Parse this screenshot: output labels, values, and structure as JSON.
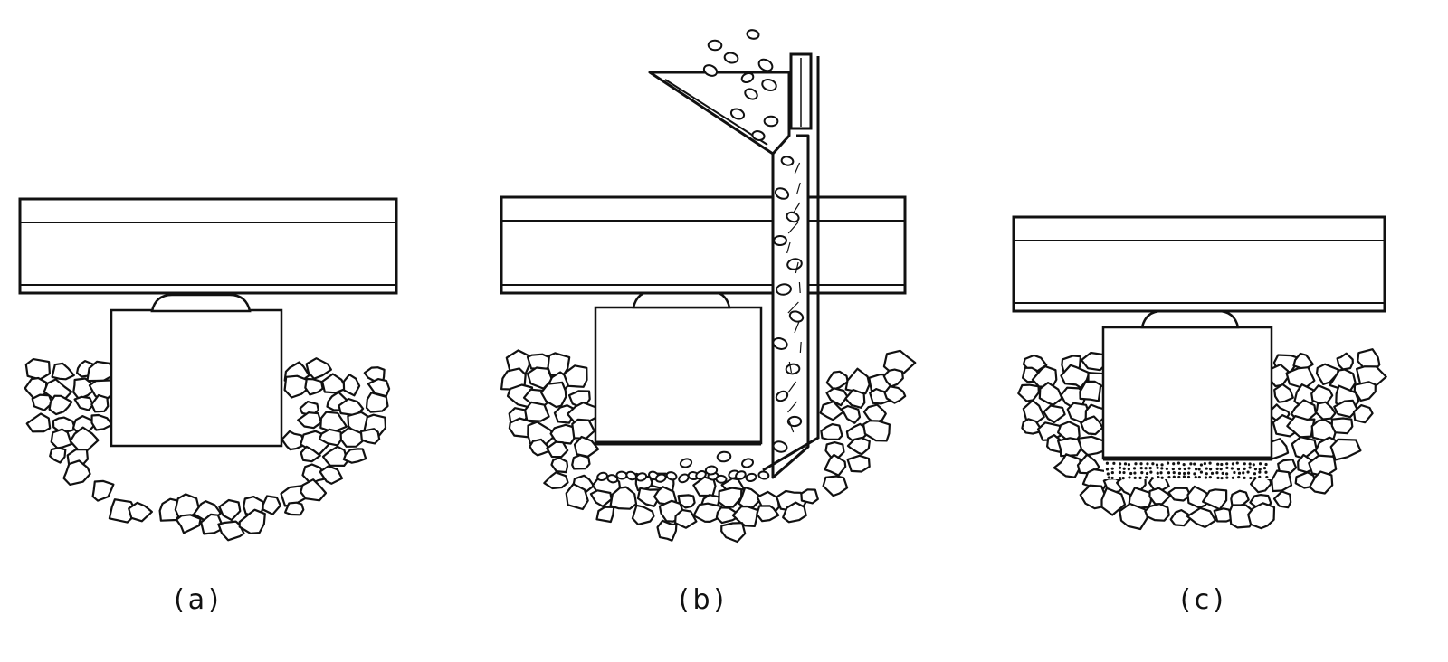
{
  "figure": {
    "panels": [
      {
        "id": "a",
        "label": "(a)"
      },
      {
        "id": "b",
        "label": "(b)"
      },
      {
        "id": "c",
        "label": "(c)"
      }
    ]
  },
  "colors": {
    "ink": "#111111",
    "paper": "#ffffff"
  }
}
